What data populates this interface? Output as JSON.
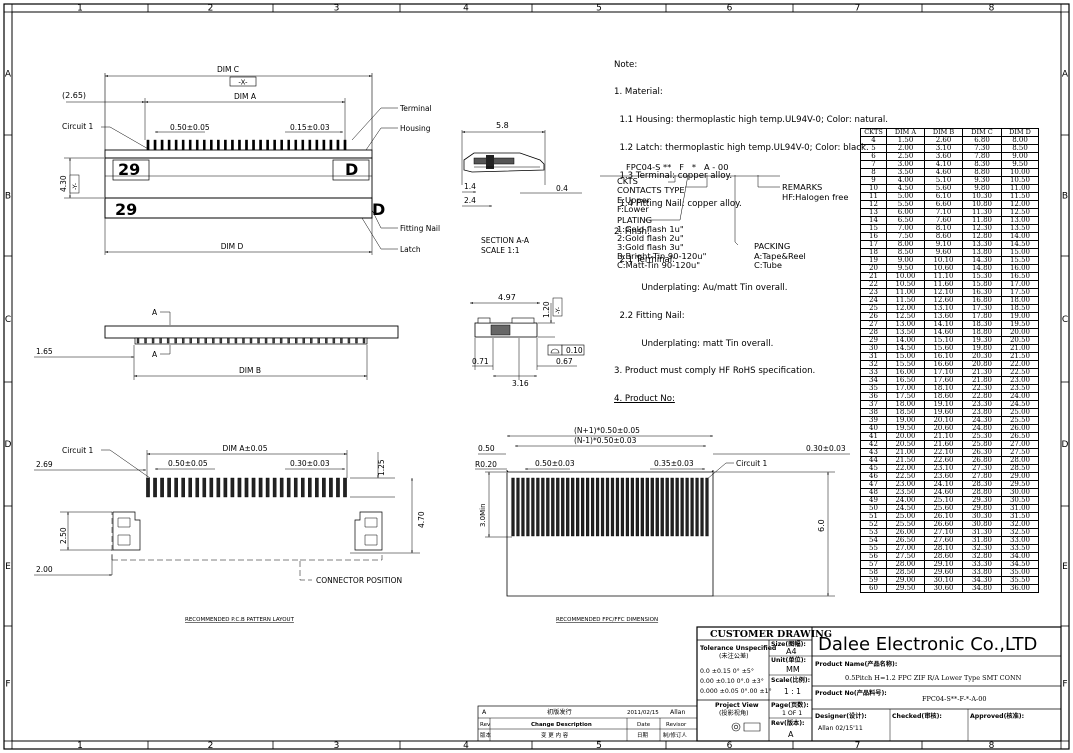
{
  "border": {
    "top_cols": [
      "1",
      "2",
      "3",
      "4",
      "5",
      "6",
      "7",
      "8"
    ],
    "side_rows": [
      "A",
      "B",
      "C",
      "D",
      "E",
      "F"
    ]
  },
  "front_view": {
    "dim_c": "DIM C",
    "x_label": "-X-",
    "offset": "(2.65)",
    "dim_a": "DIM A",
    "circuit": "Circuit 1",
    "pitch": "0.50±0.05",
    "width_tol": "0.15±0.03",
    "terminal": "Terminal",
    "housing": "Housing",
    "num_left_top": "29",
    "num_left_bottom": "29",
    "d_top": "D",
    "d_bottom": "D",
    "height": "4.30",
    "y_label": "-Y-",
    "fitting_nail": "Fitting Nail",
    "latch": "Latch",
    "dim_d": "DIM D"
  },
  "section": {
    "width": "5.8",
    "d1": "1.4",
    "d2": "2.4",
    "d3": "0.4",
    "title": "SECTION A-A",
    "scale": "SCALE    1:1"
  },
  "top_view": {
    "a_mark": "A",
    "offset": "1.65",
    "dim_b": "DIM B"
  },
  "side_view": {
    "width": "4.97",
    "height": "1.20",
    "y_label": "-Y-",
    "flat": "0.10",
    "left": "0.71",
    "mid": "3.16",
    "right": "0.67"
  },
  "pcb": {
    "circuit": "Circuit 1",
    "dim_a": "DIM  A±0.05",
    "offset": "2.69",
    "pitch": "0.50±0.05",
    "width": "0.30±0.03",
    "h1": "1.25",
    "h2": "4.70",
    "h3": "2.50",
    "offset2": "2.00",
    "conn_pos": "CONNECTOR POSITION",
    "caption": "RECOMMENDED P.C.B PATTERN LAYOUT"
  },
  "fpc": {
    "n1": "(N+1)*0.50±0.05",
    "n2": "(N-1)*0.50±0.03",
    "left": "0.50",
    "radius": "R0.20",
    "pitch": "0.50±0.03",
    "width": "0.35±0.03",
    "circuit": "Circuit 1",
    "right": "0.30±0.03",
    "min": "3.0Min",
    "height": "6.0",
    "caption": "RECOMMENDED FPC/FFC DIMENSION"
  },
  "notes": [
    "Note:",
    "1. Material:",
    "  1.1 Housing: thermoplastic high temp.UL94V-0; Color: natural.",
    "  1.2 Latch: thermoplastic high temp.UL94V-0; Color: black.",
    "  1.3 Terminal: copper alloy.",
    "  1.4 Fitting Nail: copper alloy.",
    "2. Finsh:",
    "  2.1 Terminal:",
    "          Underplating: Au/matt Tin overall.",
    "  2.2 Fitting Nail:",
    "          Underplating: matt Tin overall.",
    "3. Product must comply HF RoHS specification.",
    "4. Product No:"
  ],
  "part_code": {
    "code": "FPC04-S **   F   *   A - 00",
    "ckts": "CKTS",
    "contacts_type": "CONTACTS TYPE",
    "e": "E:Upper",
    "f": "F:Lower",
    "plating": "PLATING",
    "p1": "1:Gold flash 1u\"",
    "p2": "2:Gold flash 2u\"",
    "p3": "3:Gold flash 3u\"",
    "pb": "B:Bright-Tin 90-120u\"",
    "pc": "C:Matt-Tin 90-120u\"",
    "remarks": "REMARKS",
    "hf": "HF:Halogen free",
    "packing": "PACKING",
    "pa": "A:Tape&Reel",
    "pt": "C:Tube"
  },
  "dim_table": {
    "headers": [
      "CKTS",
      "DIM A",
      "DIM B",
      "DIM C",
      "DIM D"
    ],
    "rows": [
      [
        "4",
        "1.50",
        "2.60",
        "6.80",
        "8.00"
      ],
      [
        "5",
        "2.00",
        "3.10",
        "7.30",
        "8.50"
      ],
      [
        "6",
        "2.50",
        "3.60",
        "7.80",
        "9.00"
      ],
      [
        "7",
        "3.00",
        "4.10",
        "8.30",
        "9.50"
      ],
      [
        "8",
        "3.50",
        "4.60",
        "8.80",
        "10.00"
      ],
      [
        "9",
        "4.00",
        "5.10",
        "9.30",
        "10.50"
      ],
      [
        "10",
        "4.50",
        "5.60",
        "9.80",
        "11.00"
      ],
      [
        "11",
        "5.00",
        "6.10",
        "10.30",
        "11.50"
      ],
      [
        "12",
        "5.50",
        "6.60",
        "10.80",
        "12.00"
      ],
      [
        "13",
        "6.00",
        "7.10",
        "11.30",
        "12.50"
      ],
      [
        "14",
        "6.50",
        "7.60",
        "11.80",
        "13.00"
      ],
      [
        "15",
        "7.00",
        "8.10",
        "12.30",
        "13.50"
      ],
      [
        "16",
        "7.50",
        "8.60",
        "12.80",
        "14.00"
      ],
      [
        "17",
        "8.00",
        "9.10",
        "13.30",
        "14.50"
      ],
      [
        "18",
        "8.50",
        "9.60",
        "13.80",
        "15.00"
      ],
      [
        "19",
        "9.00",
        "10.10",
        "14.30",
        "15.50"
      ],
      [
        "20",
        "9.50",
        "10.60",
        "14.80",
        "16.00"
      ],
      [
        "21",
        "10.00",
        "11.10",
        "15.30",
        "16.50"
      ],
      [
        "22",
        "10.50",
        "11.60",
        "15.80",
        "17.00"
      ],
      [
        "23",
        "11.00",
        "12.10",
        "16.30",
        "17.50"
      ],
      [
        "24",
        "11.50",
        "12.60",
        "16.80",
        "18.00"
      ],
      [
        "25",
        "12.00",
        "13.10",
        "17.30",
        "18.50"
      ],
      [
        "26",
        "12.50",
        "13.60",
        "17.80",
        "19.00"
      ],
      [
        "27",
        "13.00",
        "14.10",
        "18.30",
        "19.50"
      ],
      [
        "28",
        "13.50",
        "14.60",
        "18.80",
        "20.00"
      ],
      [
        "29",
        "14.00",
        "15.10",
        "19.30",
        "20.50"
      ],
      [
        "30",
        "14.50",
        "15.60",
        "19.80",
        "21.00"
      ],
      [
        "31",
        "15.00",
        "16.10",
        "20.30",
        "21.50"
      ],
      [
        "32",
        "15.50",
        "16.60",
        "20.80",
        "22.00"
      ],
      [
        "33",
        "16.00",
        "17.10",
        "21.30",
        "22.50"
      ],
      [
        "34",
        "16.50",
        "17.60",
        "21.80",
        "23.00"
      ],
      [
        "35",
        "17.00",
        "18.10",
        "22.30",
        "23.50"
      ],
      [
        "36",
        "17.50",
        "18.60",
        "22.80",
        "24.00"
      ],
      [
        "37",
        "18.00",
        "19.10",
        "23.30",
        "24.50"
      ],
      [
        "38",
        "18.50",
        "19.60",
        "23.80",
        "25.00"
      ],
      [
        "39",
        "19.00",
        "20.10",
        "24.30",
        "25.50"
      ],
      [
        "40",
        "19.50",
        "20.60",
        "24.80",
        "26.00"
      ],
      [
        "41",
        "20.00",
        "21.10",
        "25.30",
        "26.50"
      ],
      [
        "42",
        "20.50",
        "21.60",
        "25.80",
        "27.00"
      ],
      [
        "43",
        "21.00",
        "22.10",
        "26.30",
        "27.50"
      ],
      [
        "44",
        "21.50",
        "22.60",
        "26.80",
        "28.00"
      ],
      [
        "45",
        "22.00",
        "23.10",
        "27.30",
        "28.50"
      ],
      [
        "46",
        "22.50",
        "23.60",
        "27.80",
        "29.00"
      ],
      [
        "47",
        "23.00",
        "24.10",
        "28.30",
        "29.50"
      ],
      [
        "48",
        "23.50",
        "24.60",
        "28.80",
        "30.00"
      ],
      [
        "49",
        "24.00",
        "25.10",
        "29.30",
        "30.50"
      ],
      [
        "50",
        "24.50",
        "25.60",
        "29.80",
        "31.00"
      ],
      [
        "51",
        "25.00",
        "26.10",
        "30.30",
        "31.50"
      ],
      [
        "52",
        "25.50",
        "26.60",
        "30.80",
        "32.00"
      ],
      [
        "53",
        "26.00",
        "27.10",
        "31.30",
        "32.50"
      ],
      [
        "54",
        "26.50",
        "27.60",
        "31.80",
        "33.00"
      ],
      [
        "55",
        "27.00",
        "28.10",
        "32.30",
        "33.50"
      ],
      [
        "56",
        "27.50",
        "28.60",
        "32.80",
        "34.00"
      ],
      [
        "57",
        "28.00",
        "29.10",
        "33.30",
        "34.50"
      ],
      [
        "58",
        "28.50",
        "29.60",
        "33.80",
        "35.00"
      ],
      [
        "59",
        "29.00",
        "30.10",
        "34.30",
        "35.50"
      ],
      [
        "60",
        "29.50",
        "30.60",
        "34.80",
        "36.00"
      ]
    ]
  },
  "title_block": {
    "customer": "CUSTOMER DRAWING",
    "tol_title": "Tolerance Unspecified",
    "tol_cn": "(未注公差)",
    "tol1": "0.0  ±0.15  0°   ±5°",
    "tol2": "0.00  ±0.10  0°.0  ±3°",
    "tol3": "0.000 ±0.05  0°.00 ±1°",
    "size_label": "Size(图幅):",
    "size_value": "A4",
    "unit_label": "Unit(单位):",
    "unit_value": "MM",
    "scale_label": "Scale(比例):",
    "scale_value": "1 : 1",
    "project_view": "Project View",
    "project_cn": "(投影视角)",
    "page_label": "Page(页数):",
    "page_value": "1 OF 1",
    "rev_label": "Rev(版本):",
    "rev_value": "A",
    "company": "Dalee Electronic Co.,LTD",
    "pname_label": "Product Name(产品名称):",
    "pname_value": "0.5Pitch H=1.2 FPC ZIF R/A Lower Type SMT CONN",
    "pno_label": "Product No(产品料号):",
    "pno_value": "FPC04-S**-F-*-A-00",
    "designer_label": "Designer(设计):",
    "designer_value": "Allan 02/15'11",
    "checked_label": "Checked(审核):",
    "approved_label": "Approved(核准):",
    "rev_a": "A",
    "rev_desc": "初版发行",
    "rev_date": "2011/02/15",
    "rev_by": "Allan",
    "h_rev": "Rev",
    "h_rev_cn": "版本",
    "h_change": "Change Description",
    "h_change_cn": "变 更 内 容",
    "h_date": "Date",
    "h_date_cn": "日期",
    "h_revisor": "Revisor",
    "h_revisor_cn": "制/修订人"
  }
}
